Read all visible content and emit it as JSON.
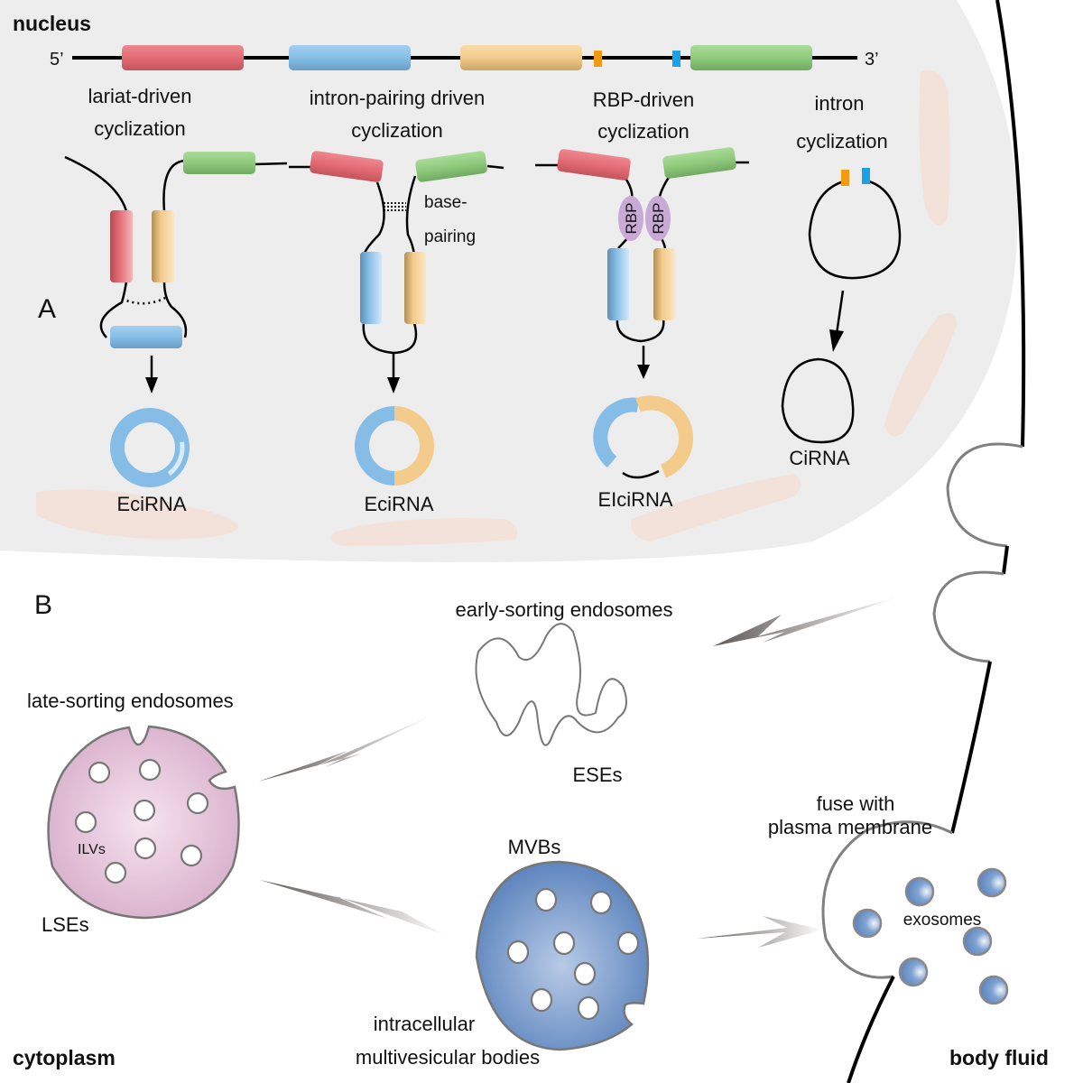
{
  "regions": {
    "nucleus": "nucleus",
    "cytoplasm": "cytoplasm",
    "body_fluid": "body fluid"
  },
  "panels": {
    "a": "A",
    "b": "B"
  },
  "gene": {
    "five_prime": "5’",
    "three_prime": "3’",
    "exons": [
      {
        "name": "exon-red",
        "color": "#e46b74"
      },
      {
        "name": "exon-blue",
        "color": "#85bde6"
      },
      {
        "name": "exon-yellow",
        "color": "#f3cb8a"
      },
      {
        "name": "exon-green",
        "color": "#8fca7c"
      }
    ],
    "intron_markers": [
      {
        "name": "orange-marker",
        "color": "#f39a13"
      },
      {
        "name": "blue-marker",
        "color": "#1aa2e8"
      }
    ]
  },
  "mechanisms": [
    {
      "title_line1": "lariat-driven",
      "title_line2": "cyclization",
      "product": "EciRNA"
    },
    {
      "title_line1": "intron-pairing driven",
      "title_line2": "cyclization",
      "product": "EciRNA",
      "note_line1": "base-",
      "note_line2": "pairing"
    },
    {
      "title_line1": "RBP-driven",
      "title_line2": "cyclization",
      "product": "EIciRNA",
      "protein_label": "RBP"
    },
    {
      "title_line1": "intron",
      "title_line2": "cyclization",
      "product": "CiRNA"
    }
  ],
  "exosome_pathway": {
    "ese_title": "early-sorting endosomes",
    "ese_abbr": "ESEs",
    "lse_title": "late-sorting endosomes",
    "lse_abbr": "LSEs",
    "ilv_label": "ILVs",
    "mvb_abbr": "MVBs",
    "mvb_line1": "intracellular",
    "mvb_line2": "multivesicular bodies",
    "fuse_line1": "fuse with",
    "fuse_line2": "plasma membrane",
    "exosomes": "exosomes"
  },
  "colors": {
    "nucleus_fill": "#ededed",
    "er_fill": "#f3e2da",
    "lse_fill": "#e6c6dc",
    "mvb_fill": "#7fa3d2",
    "rbp_fill": "#c9a9d6"
  }
}
